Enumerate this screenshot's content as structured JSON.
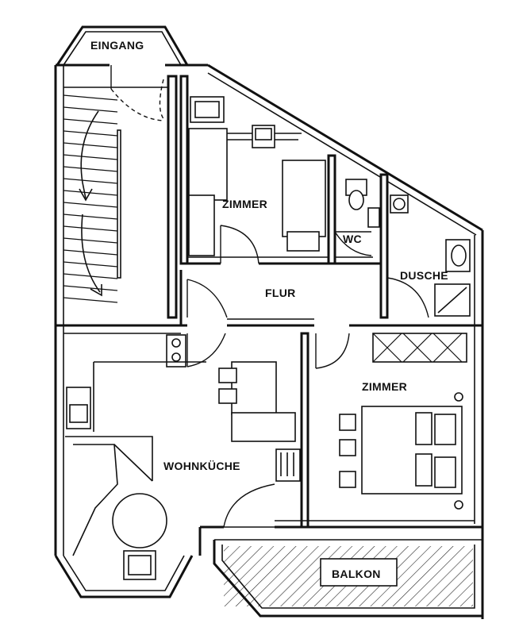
{
  "rooms": {
    "eingang": "EINGANG",
    "zimmer_oben": "ZIMMER",
    "wc": "WC",
    "dusche": "DUSCHE",
    "flur": "FLUR",
    "zimmer_unten": "ZIMMER",
    "wohnkueche": "WOHNKÜCHE",
    "balkon": "BALKON"
  }
}
